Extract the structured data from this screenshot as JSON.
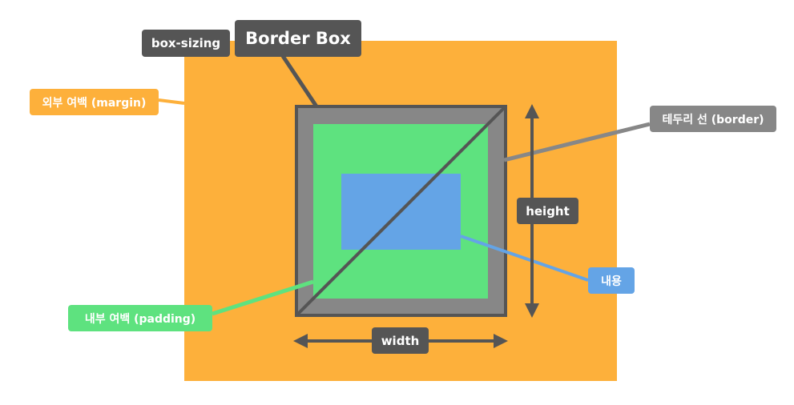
{
  "labels": {
    "box_sizing": "box-sizing",
    "border_box": "Border Box",
    "margin": "외부 여백 (margin)",
    "border": "테두리 선 (border)",
    "height": "height",
    "content": "내용",
    "padding": "내부 여백 (padding)",
    "width": "width"
  },
  "colors": {
    "margin": "#fdb03b",
    "border": "#878787",
    "border_outline": "#555555",
    "padding": "#5ee27f",
    "content": "#64a4e6",
    "dark_label": "#555555",
    "arrow": "#555555",
    "margin_label": "#fdb03b",
    "border_label": "#878787",
    "padding_label": "#5ee27f",
    "content_label": "#64a4e6"
  }
}
